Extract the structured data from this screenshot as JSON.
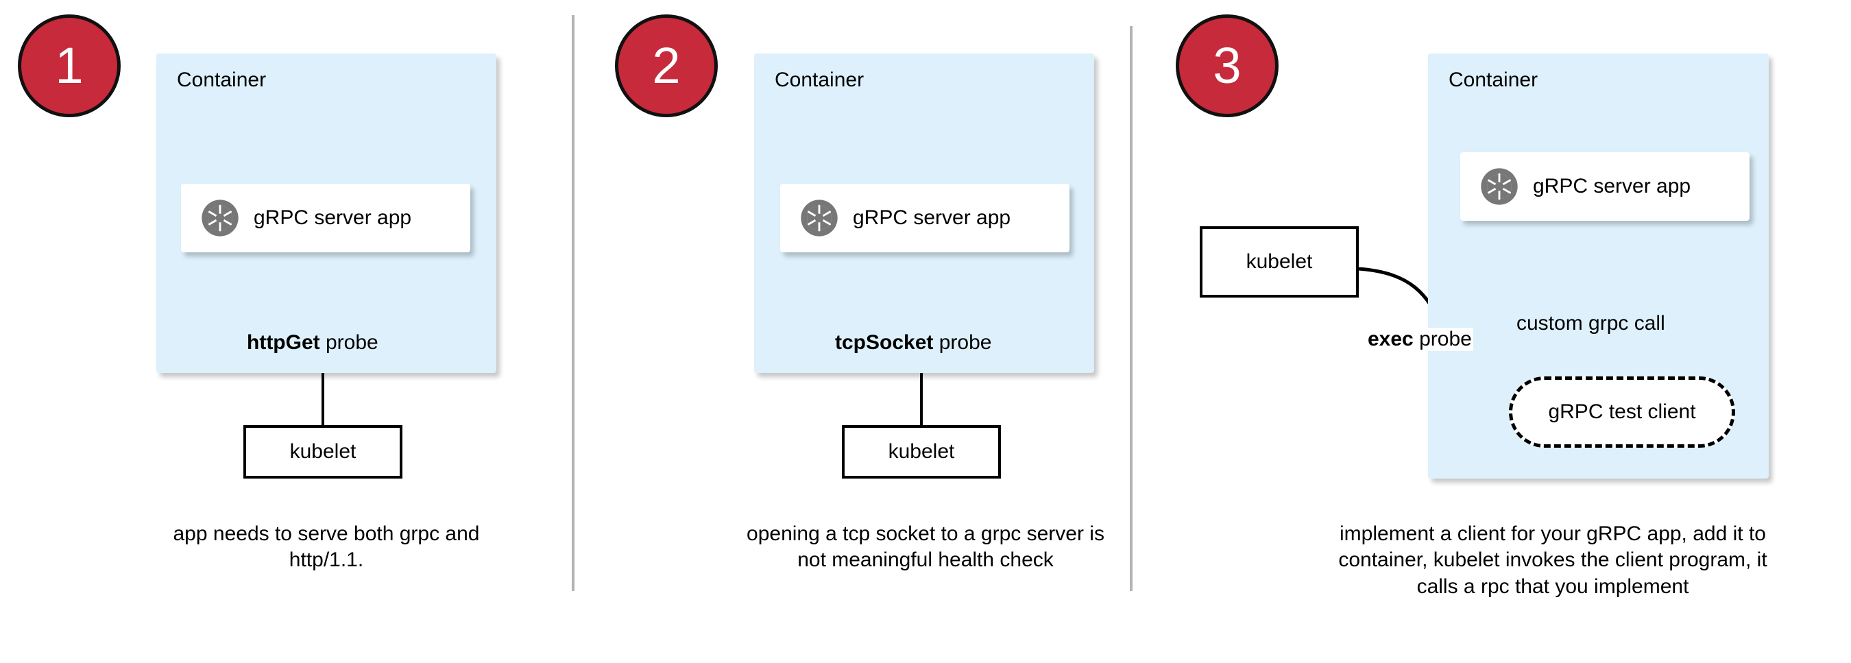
{
  "diagram": {
    "title": "gRPC health probe approaches in Kubernetes",
    "colors": {
      "badge_fill": "#c62a3b",
      "badge_border": "#111111",
      "badge_text": "#ffffff",
      "container_fill": "#ddf0fb",
      "app_card_fill": "#ffffff",
      "grpc_icon_gray": "#777777",
      "divider_gray": "#b3b3b3",
      "line_black": "#000000"
    },
    "dividers": [
      "divider-1",
      "divider-2"
    ]
  },
  "panels": [
    {
      "badge": "1",
      "container_label": "Container",
      "app_label": "gRPC server app",
      "app_icon": "grpc-aperture-icon",
      "probe_bold": "httpGet",
      "probe_rest": " probe",
      "kubelet_label": "kubelet",
      "caption": "app needs to serve both grpc and http/1.1."
    },
    {
      "badge": "2",
      "container_label": "Container",
      "app_label": "gRPC server app",
      "app_icon": "grpc-aperture-icon",
      "probe_bold": "tcpSocket",
      "probe_rest": " probe",
      "kubelet_label": "kubelet",
      "caption": "opening a tcp socket to a grpc server is not meaningful health check"
    },
    {
      "badge": "3",
      "container_label": "Container",
      "app_label": "gRPC server app",
      "app_icon": "grpc-aperture-icon",
      "probe_bold": "exec",
      "probe_rest": " probe",
      "kubelet_label": "kubelet",
      "custom_call_label": "custom grpc call",
      "test_client_label": "gRPC test client",
      "caption": "implement a client for your gRPC app, add it to container, kubelet invokes the client program, it calls a rpc that you implement"
    }
  ]
}
